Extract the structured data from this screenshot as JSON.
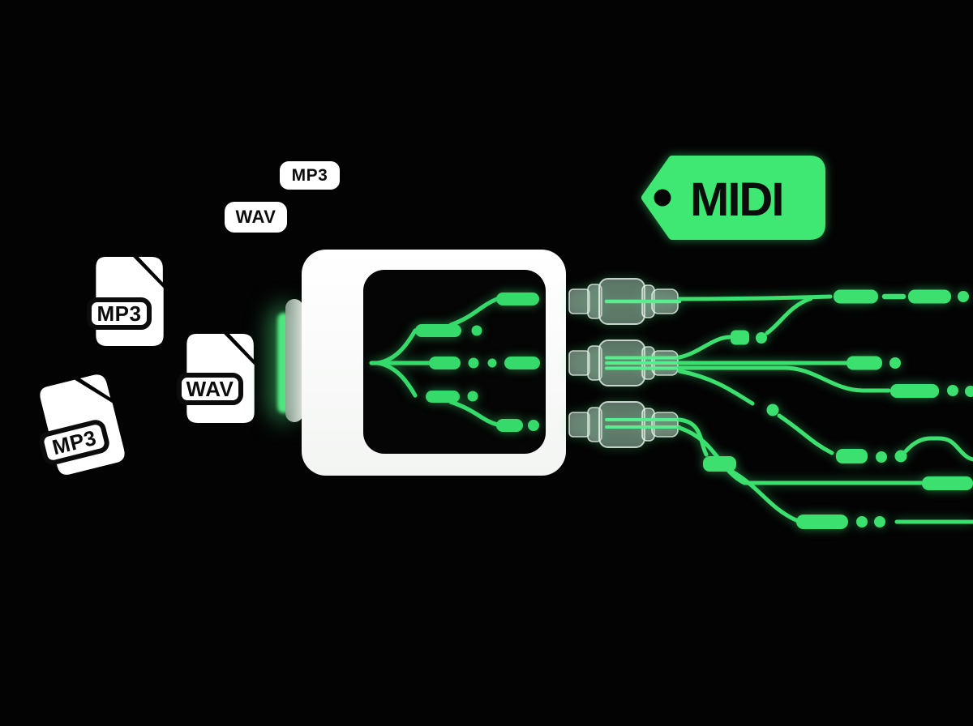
{
  "colors": {
    "background": "#030303",
    "accent_green": "#3ce06f",
    "screen_green": "#35da6a",
    "tag_green": "#3fe873",
    "beam_green": "#58ee8e",
    "paper": "#ffffff",
    "ink": "#0c0c0c"
  },
  "floating_pills": [
    {
      "label": "MP3"
    },
    {
      "label": "WAV"
    }
  ],
  "file_icons": [
    {
      "label": "MP3"
    },
    {
      "label": "WAV"
    },
    {
      "label": "MP3"
    }
  ],
  "midi_tag": {
    "label": "MIDI"
  },
  "icons": {
    "file_document": "doc-with-folded-corner",
    "midi_tag": "price-tag-shape",
    "audio_connector": "cable-plug",
    "screen_flow": "branching-node-tree"
  }
}
